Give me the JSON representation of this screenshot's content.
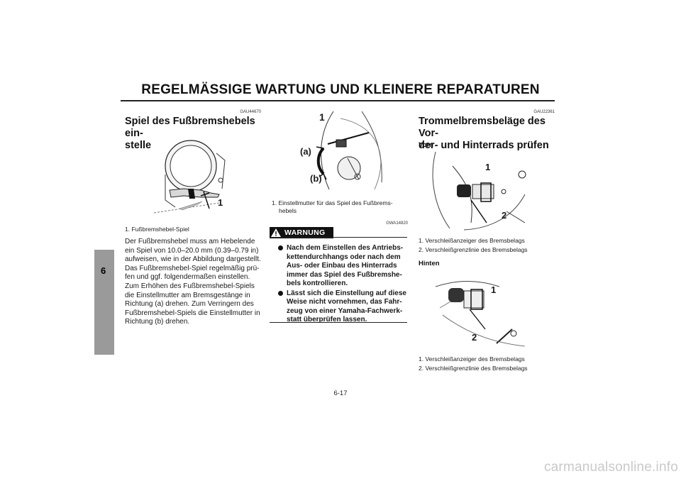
{
  "header": {
    "title": "REGELMÄSSIGE WARTUNG UND KLEINERE REPARATUREN"
  },
  "chapter_tab": "6",
  "col1": {
    "code": "GAU44670",
    "heading": [
      "Spiel des Fußbremshebels ein-",
      "stellen"
    ],
    "figure_label": "1",
    "caption": "1. Fußbremshebel-Spiel",
    "body": [
      "Der Fußbremshebel muss am Hebelende",
      "ein Spiel von 10.0–20.0 mm (0.39–0.79 in)",
      "aufweisen, wie in der Abbildung dargestellt.",
      "Das Fußbremshebel-Spiel regelmäßig prü-",
      "fen und ggf. folgendermaßen einstellen.",
      "Zum Erhöhen des Fußbremshebel-Spiels",
      "die Einstellmutter am Bremsgestänge in",
      "Richtung (a) drehen. Zum Verringern des",
      "Fußbremshebel-Spiels die Einstellmutter in",
      "Richtung (b) drehen."
    ]
  },
  "col2": {
    "figure_labels": {
      "n1": "1",
      "a": "(a)",
      "b": "(b)"
    },
    "caption": [
      "1. Einstellmutter für das Spiel des Fußbrems-",
      "hebels"
    ],
    "warning_code": "GWA14820",
    "warning_label": "WARNUNG",
    "warning_items": [
      [
        "Nach dem Einstellen des Antriebs-",
        "kettendurchhangs oder nach dem",
        "Aus- oder Einbau des Hinterrads",
        "immer das Spiel des Fußbremshe-",
        "bels kontrollieren."
      ],
      [
        "Lässt sich die Einstellung auf diese",
        "Weise nicht vornehmen, das Fahr-",
        "zeug von einer Yamaha-Fachwerk-",
        "statt überprüfen lassen."
      ]
    ]
  },
  "col3": {
    "code": "GAU22361",
    "heading": [
      "Trommelbremsbeläge des Vor-",
      "der- und Hinterrads prüfen"
    ],
    "front": {
      "label": "Vorn",
      "figure_labels": [
        "1",
        "2"
      ],
      "captions": [
        "1. Verschleißanzeiger des Bremsbelags",
        "2. Verschleißgrenzlinie des Bremsbelags"
      ]
    },
    "rear": {
      "label": "Hinten",
      "figure_labels": [
        "1",
        "2"
      ],
      "captions": [
        "1. Verschleißanzeiger des Bremsbelags",
        "2. Verschleißgrenzlinie des Bremsbelags"
      ]
    }
  },
  "footer": {
    "page_number": "6-17",
    "watermark": "carmanualsonline.info"
  }
}
